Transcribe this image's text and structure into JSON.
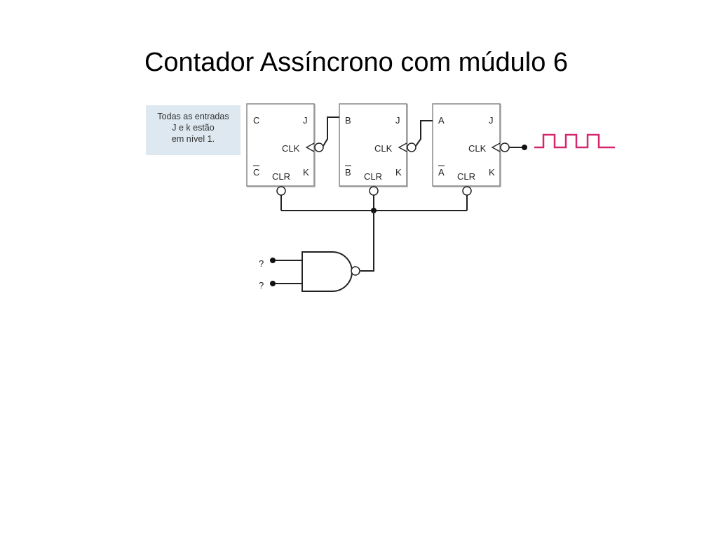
{
  "title": "Contador Assíncrono com múdulo 6",
  "note": {
    "lines": [
      "Todas as entradas",
      "J e k estão",
      "em nível 1."
    ]
  },
  "flip_flops": [
    {
      "q": "C",
      "qbar": "C",
      "j": "J",
      "k": "K",
      "clk": "CLK",
      "clr": "CLR"
    },
    {
      "q": "B",
      "qbar": "B",
      "j": "J",
      "k": "K",
      "clk": "CLK",
      "clr": "CLR"
    },
    {
      "q": "A",
      "qbar": "A",
      "j": "J",
      "k": "K",
      "clk": "CLK",
      "clr": "CLR"
    }
  ],
  "nand_inputs": [
    "?",
    "?"
  ],
  "colors": {
    "clock_signal": "#d4286e",
    "note_background": "#dde8f0",
    "wire": "#222222"
  }
}
